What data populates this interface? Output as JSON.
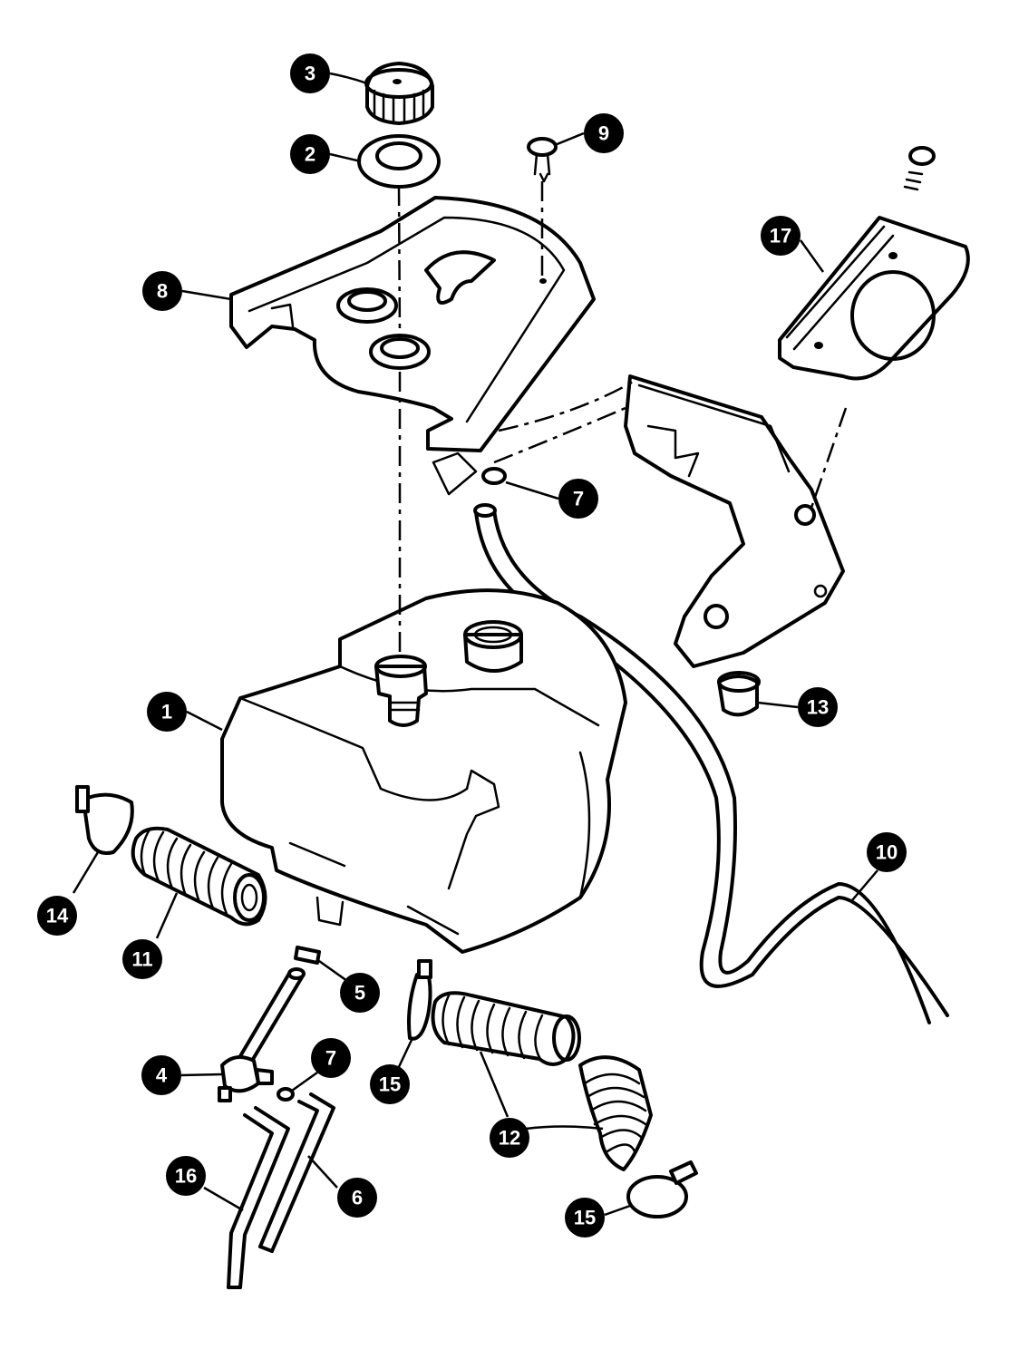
{
  "callouts": [
    {
      "id": "c3",
      "label": "3"
    },
    {
      "id": "c2",
      "label": "2"
    },
    {
      "id": "c9",
      "label": "9"
    },
    {
      "id": "c17",
      "label": "17"
    },
    {
      "id": "c8",
      "label": "8"
    },
    {
      "id": "c7a",
      "label": "7"
    },
    {
      "id": "c1",
      "label": "1"
    },
    {
      "id": "c13",
      "label": "13"
    },
    {
      "id": "c10",
      "label": "10"
    },
    {
      "id": "c14",
      "label": "14"
    },
    {
      "id": "c11",
      "label": "11"
    },
    {
      "id": "c5",
      "label": "5"
    },
    {
      "id": "c4",
      "label": "4"
    },
    {
      "id": "c7b",
      "label": "7"
    },
    {
      "id": "c15a",
      "label": "15"
    },
    {
      "id": "c12",
      "label": "12"
    },
    {
      "id": "c16",
      "label": "16"
    },
    {
      "id": "c6",
      "label": "6"
    },
    {
      "id": "c15b",
      "label": "15"
    }
  ]
}
